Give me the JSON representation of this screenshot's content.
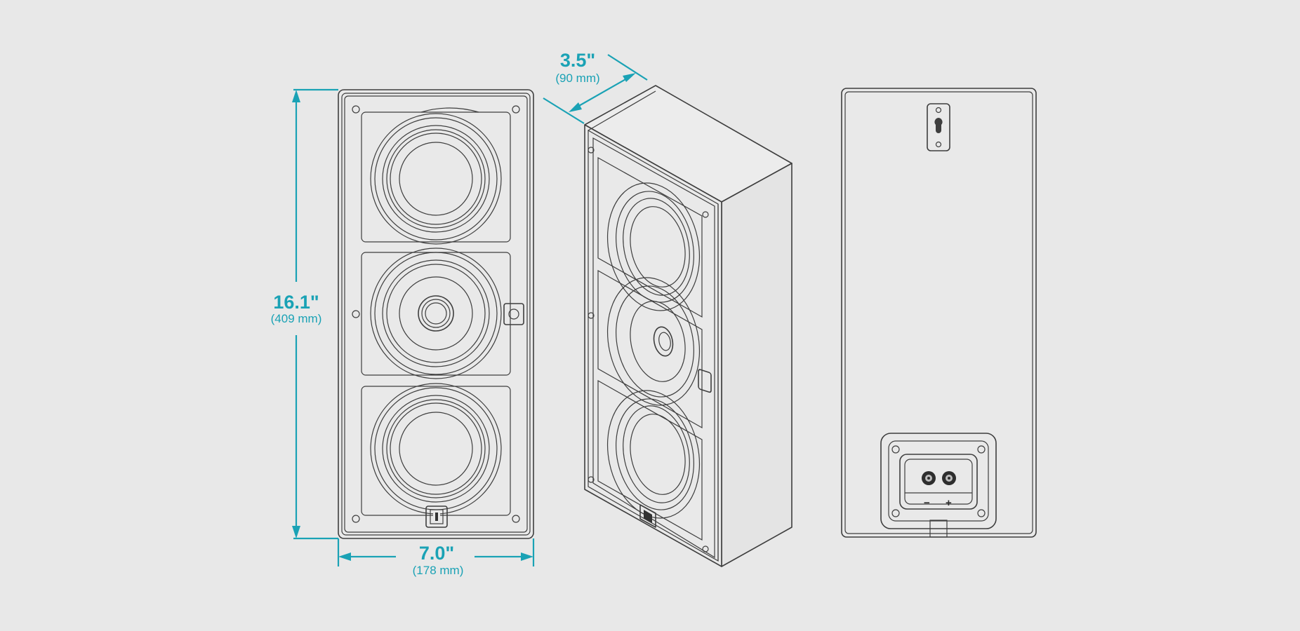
{
  "colors": {
    "background": "#e8e8e8",
    "dimension": "#1aa2b5",
    "outline": "#3e3e3e"
  },
  "dimensions": {
    "height": {
      "label": "16.1\"",
      "metric": "(409 mm)"
    },
    "width": {
      "label": "7.0\"",
      "metric": "(178 mm)"
    },
    "depth": {
      "label": "3.5\"",
      "metric": "(90 mm)"
    }
  },
  "terminals": {
    "negative": "−",
    "positive": "+"
  },
  "icons": [
    "keyhole-mount-icon",
    "logo-badge-icon",
    "binding-post-icon"
  ]
}
